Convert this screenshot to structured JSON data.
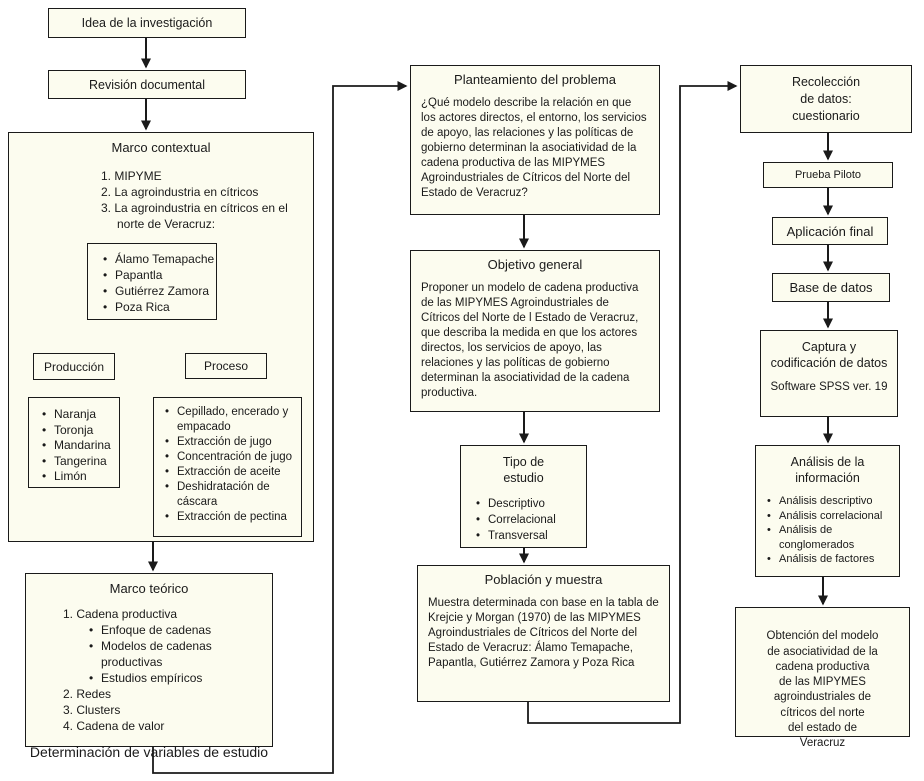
{
  "colors": {
    "box_fill": "#fcfcef",
    "box_border": "#1a1a1a",
    "background": "#ffffff",
    "arrow": "#1a1a1a"
  },
  "left_column": {
    "idea": "Idea de la investigación",
    "revision": "Revisión documental",
    "marco_contextual": {
      "title": "Marco contextual",
      "topics": [
        {
          "num": "1.",
          "text": "MIPYME"
        },
        {
          "num": "2.",
          "text": "La agroindustria en cítricos"
        },
        {
          "num": "3.",
          "text": "La agroindustria en cítricos en el norte de Veracruz:"
        }
      ],
      "municipios": [
        "Álamo Temapache",
        "Papantla",
        "Gutiérrez Zamora",
        "Poza Rica"
      ],
      "produccion_label": "Producción",
      "proceso_label": "Proceso",
      "produccion_items": [
        "Naranja",
        "Toronja",
        "Mandarina",
        "Tangerina",
        "Limón"
      ],
      "proceso_items": [
        "Cepillado, encerado y empacado",
        "Extracción de jugo",
        "Concentración de jugo",
        "Extracción de aceite",
        "Deshidratación de cáscara",
        "Extracción de pectina"
      ]
    },
    "marco_teorico": {
      "title": "Marco teórico",
      "topics": [
        {
          "num": "1.",
          "text": "Cadena productiva",
          "sub": [
            "Enfoque de cadenas",
            "Modelos de cadenas productivas",
            "Estudios empíricos"
          ]
        },
        {
          "num": "2.",
          "text": "Redes"
        },
        {
          "num": "3.",
          "text": "Clusters"
        },
        {
          "num": "4.",
          "text": "Cadena de valor"
        }
      ],
      "footer": "Determinación de variables de estudio"
    }
  },
  "middle_column": {
    "planteamiento": {
      "title": "Planteamiento del problema",
      "body": "¿Qué modelo describe la relación en que los actores directos, el entorno, los servicios de apoyo, las relaciones y las políticas de gobierno determinan la asociatividad de la cadena productiva de las MIPYMES Agroindustriales de Cítricos del Norte del Estado de Veracruz?"
    },
    "objetivo": {
      "title": "Objetivo general",
      "body": "Proponer un modelo de cadena productiva de las MIPYMES Agroindustriales de Cítricos del Norte de l Estado de Veracruz, que describa la medida en que los actores directos, los servicios de apoyo, las relaciones y las políticas de gobierno determinan la asociatividad de la cadena productiva."
    },
    "tipo_estudio": {
      "title": "Tipo de\nestudio",
      "bullets": [
        "Descriptivo",
        "Correlacional",
        "Transversal"
      ]
    },
    "poblacion": {
      "title": "Población y muestra",
      "body": "Muestra determinada con base en la tabla de Krejcie y Morgan (1970) de las MIPYMES Agroindustriales de Cítricos del Norte del Estado de Veracruz: Álamo Temapache, Papantla, Gutiérrez Zamora y Poza Rica"
    }
  },
  "right_column": {
    "recoleccion": "Recolección\nde datos:\ncuestionario",
    "prueba_piloto": "Prueba Piloto",
    "aplicacion_final": "Aplicación final",
    "base_datos": "Base de datos",
    "captura": {
      "title": "Captura y\ncodificación de datos",
      "body": "Software SPSS ver. 19"
    },
    "analisis": {
      "title": "Análisis de la\ninformación",
      "bullets": [
        "Análisis descriptivo",
        "Análisis correlacional",
        "Análisis de conglomerados",
        "Análisis de factores"
      ]
    },
    "obtencion": "Obtención del modelo\nde asociatividad de la\ncadena productiva\nde las MIPYMES\nagroindustriales de\ncítricos del norte\ndel estado de\nVeracruz"
  }
}
